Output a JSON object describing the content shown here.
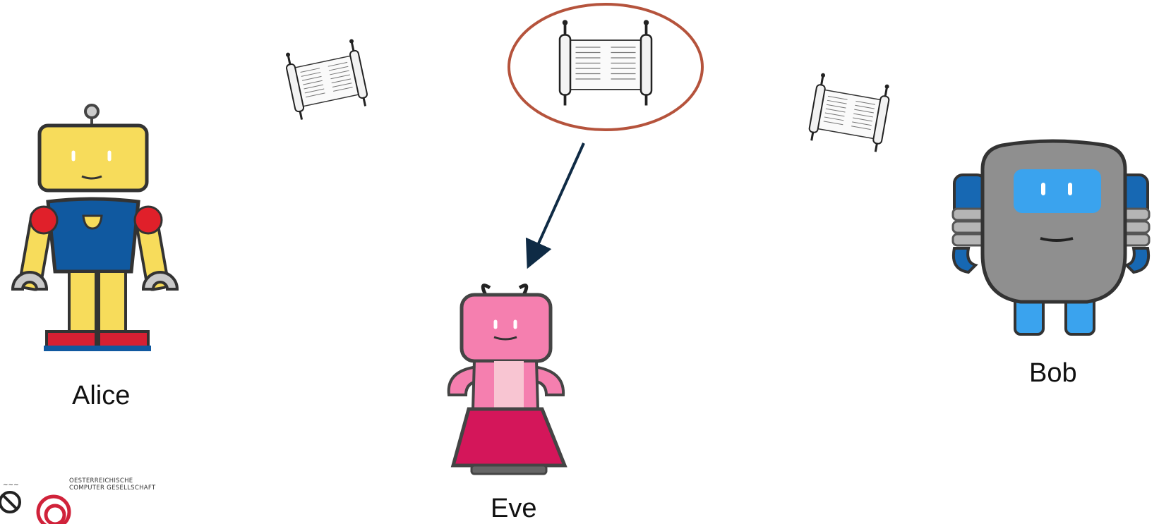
{
  "characters": {
    "alice": {
      "name": "Alice",
      "colors": {
        "head": "#f7dc5b",
        "body": "#1059a0",
        "joints": "#e0202a",
        "feet": "#d62033"
      }
    },
    "bob": {
      "name": "Bob",
      "colors": {
        "body": "#8f8f8f",
        "visor": "#3aa3ee",
        "arms": "#1768b3",
        "legs": "#3aa3ee"
      }
    },
    "eve": {
      "name": "Eve",
      "colors": {
        "head": "#f57faf",
        "skirt": "#d4165a",
        "chest": "#f8c5d2"
      }
    }
  },
  "scrolls": {
    "count": 3,
    "intercepted_index": 1,
    "highlight_color": "#b5533c"
  },
  "arrow": {
    "color": "#0f2b45",
    "from": "intercepted-scroll",
    "to": "eve"
  },
  "logo": {
    "line1": "OESTERREICHISCHE",
    "line2": "COMPUTER GESELLSCHAFT",
    "accent_color": "#d0223a"
  }
}
